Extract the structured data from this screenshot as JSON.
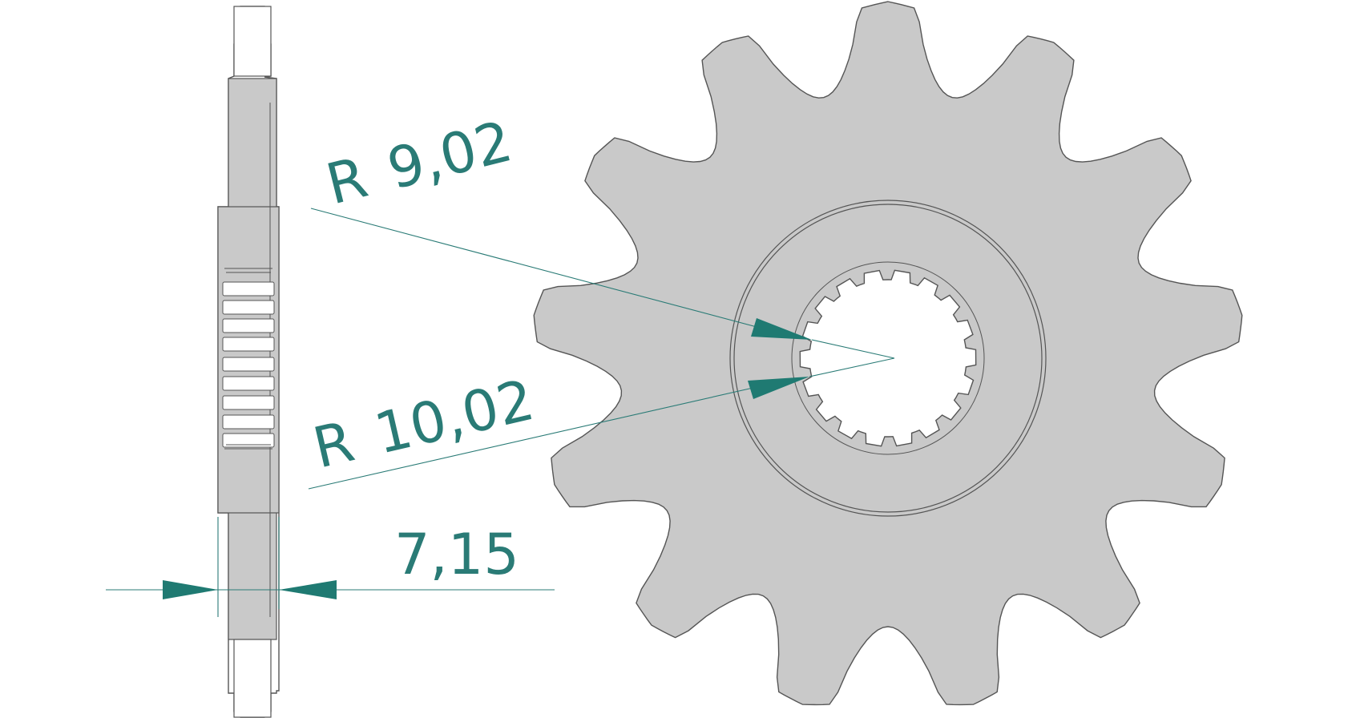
{
  "drawing": {
    "colors": {
      "part_fill": "#c9c9c9",
      "part_stroke": "#555555",
      "dim_color": "#2a7b76",
      "arrow_fill": "#1f7a72"
    },
    "sprocket": {
      "teeth": 13,
      "spline_teeth": 18
    },
    "dimensions": {
      "radius_small": {
        "prefix": "R",
        "value": "9,02"
      },
      "radius_large": {
        "prefix": "R",
        "value": "10,02"
      },
      "thickness": {
        "value": "7,15"
      }
    }
  }
}
